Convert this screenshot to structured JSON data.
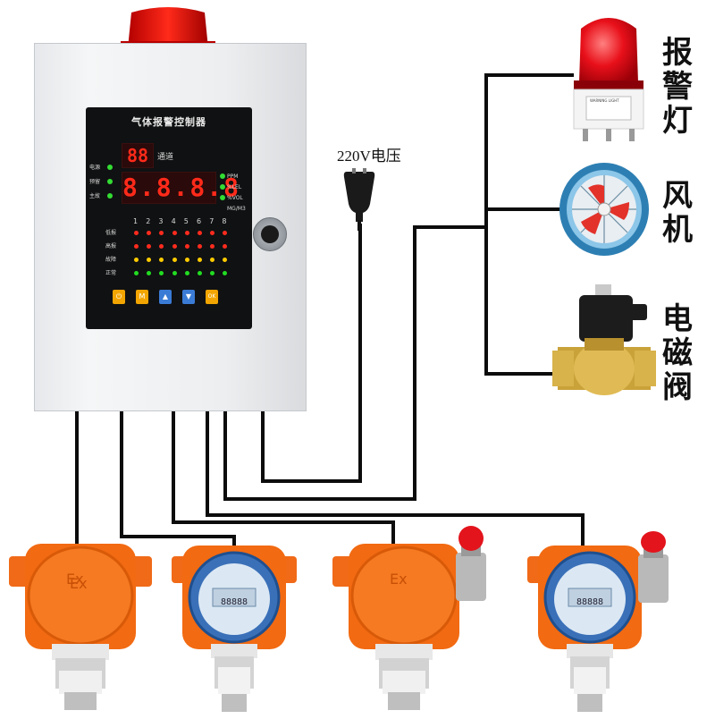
{
  "controller": {
    "panel_title": "气体报警控制器",
    "channel_value": "88",
    "channel_label": "通道",
    "main_value": "8.8.8.8",
    "status_labels": [
      "电源",
      "预留",
      "主故"
    ],
    "units": [
      "PPM",
      "%LEL",
      "%VOL",
      "MG/M3"
    ],
    "channel_numbers": [
      "1",
      "2",
      "3",
      "4",
      "5",
      "6",
      "7",
      "8"
    ],
    "row_labels": [
      "低报",
      "高报",
      "故障",
      "正常"
    ],
    "led_colors": [
      "#ff2b1e",
      "#ff2b1e",
      "#ffcc00",
      "#22dd22"
    ],
    "button_colors": [
      "#f2a500",
      "#f2a500",
      "#3a7bd5",
      "#3a7bd5",
      "#f2a500"
    ],
    "button_glyphs": [
      "⏻",
      "M",
      "▲",
      "▼",
      "OK"
    ]
  },
  "power": {
    "voltage_label": "220V电压"
  },
  "outputs": {
    "alarm_light_label": "报警灯",
    "fan_label": "风机",
    "valve_label": "电磁阀",
    "alarm_light_sticker": "WARNING LIGHT"
  },
  "detectors": [
    {
      "type": "explosion-proof box",
      "mark": "Ex",
      "beacon": false
    },
    {
      "type": "lcd detector",
      "display": "88888",
      "beacon": false
    },
    {
      "type": "explosion-proof box",
      "mark": "Ex",
      "beacon": true
    },
    {
      "type": "lcd detector",
      "display": "88888",
      "beacon": true
    }
  ]
}
